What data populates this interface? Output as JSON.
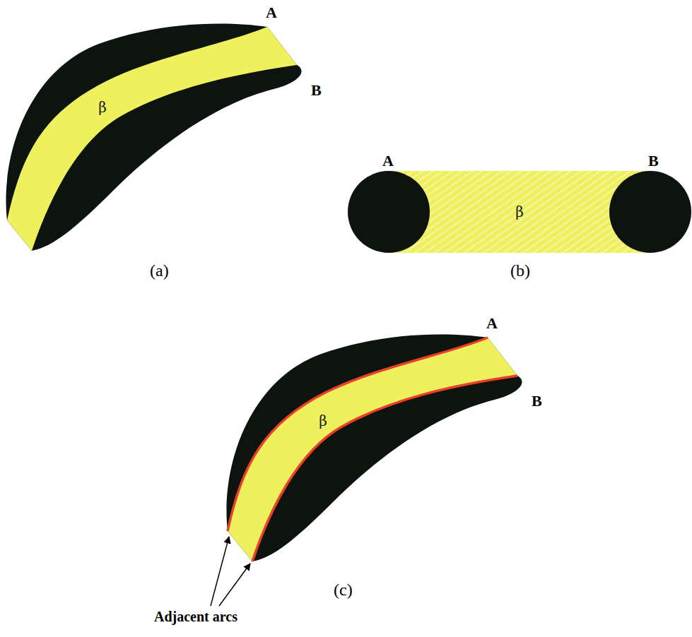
{
  "diagram": {
    "nodes": [
      {
        "text": [
          "β"
        ]
      },
      {
        "text": [
          "β"
        ]
      },
      {
        "text": [
          "β"
        ]
      }
    ],
    "labels": [
      "A",
      "B",
      "(a)",
      "A",
      "B",
      "(b)",
      "A",
      "B",
      "Adjacent arcs",
      "(c)"
    ]
  }
}
